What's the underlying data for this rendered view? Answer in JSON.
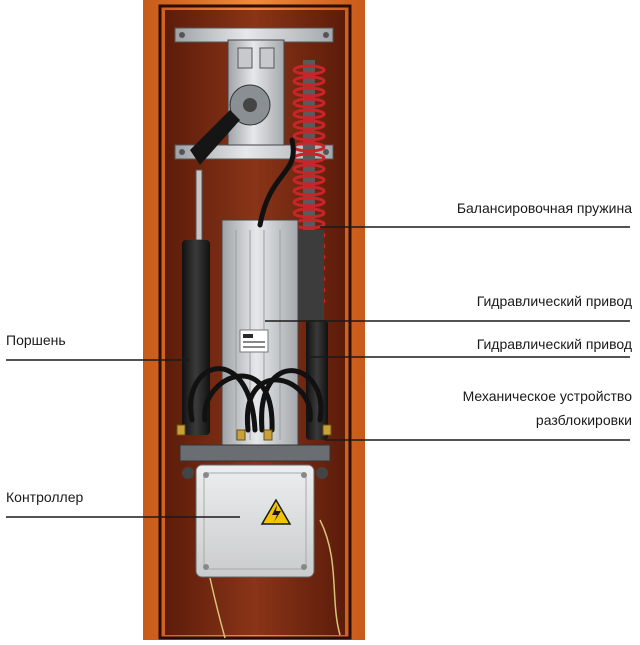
{
  "labels": {
    "balancing_spring": "Балансировочная пружина",
    "hydraulic_drive_1": "Гидравлический привод",
    "hydraulic_drive_2": "Гидравлический привод",
    "mechanical_release_line1": "Механическое устройство",
    "mechanical_release_line2": "разблокировки",
    "piston": "Поршень",
    "controller": "Контроллер"
  },
  "colors": {
    "housing_orange": "#e8742a",
    "interior_brown": "#7a2a12",
    "spring_red": "#c8242a",
    "metal_gray": "#b9bcbf",
    "controller_box": "#dfe2e3",
    "warning_yellow": "#f5c400"
  },
  "icons": {
    "warning": "high-voltage-warning-icon"
  }
}
